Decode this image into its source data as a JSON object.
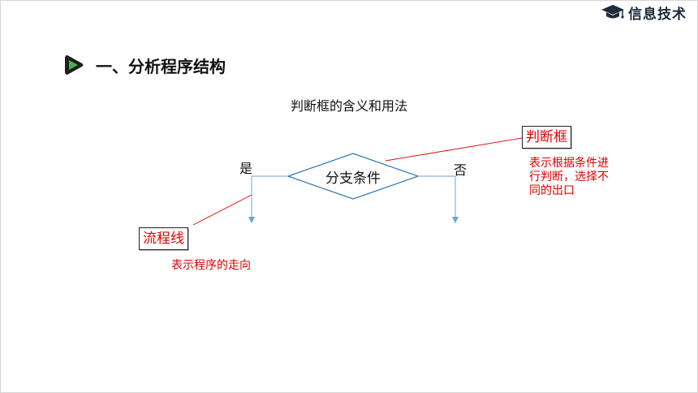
{
  "brand": {
    "text": "信息技术",
    "icon": "graduation-cap-icon"
  },
  "section": {
    "title": "一、分析程序结构",
    "icon": "play-arrow-icon"
  },
  "diagram": {
    "subtitle": "判断框的含义和用法",
    "decision_label": "分支条件",
    "yes_label": "是",
    "no_label": "否",
    "decision_term": "判断框",
    "decision_note": "表示根据条件进行判断，选择不同的出口",
    "flowline_term": "流程线",
    "flowline_note": "表示程序的走向"
  },
  "colors": {
    "accent_red": "#e00000",
    "shape_blue": "#2f74b5",
    "line_blue": "#6fa2d6",
    "icon_green": "#4cb050"
  }
}
